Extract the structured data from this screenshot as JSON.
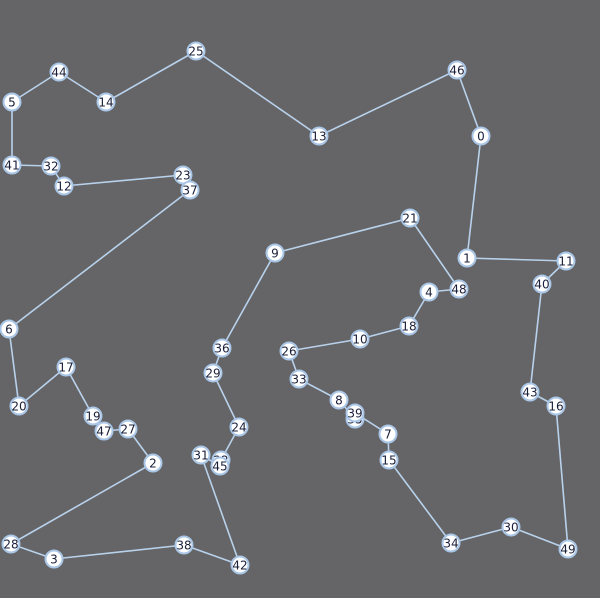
{
  "colors": {
    "background": "#656466",
    "edge": "#b9d2ec",
    "node_fill": "#ffffff",
    "node_stroke": "#a9c6e6",
    "label": "#1a1f3a"
  },
  "graph": {
    "type": "tour",
    "nodes": [
      {
        "id": "0"
      },
      {
        "id": "1"
      },
      {
        "id": "2"
      },
      {
        "id": "3"
      },
      {
        "id": "4"
      },
      {
        "id": "5"
      },
      {
        "id": "6"
      },
      {
        "id": "7"
      },
      {
        "id": "8"
      },
      {
        "id": "9"
      },
      {
        "id": "10"
      },
      {
        "id": "11"
      },
      {
        "id": "12"
      },
      {
        "id": "13"
      },
      {
        "id": "14"
      },
      {
        "id": "15"
      },
      {
        "id": "16"
      },
      {
        "id": "17"
      },
      {
        "id": "18"
      },
      {
        "id": "19"
      },
      {
        "id": "20"
      },
      {
        "id": "21"
      },
      {
        "id": "22"
      },
      {
        "id": "23"
      },
      {
        "id": "24"
      },
      {
        "id": "25"
      },
      {
        "id": "26"
      },
      {
        "id": "27"
      },
      {
        "id": "28"
      },
      {
        "id": "29"
      },
      {
        "id": "30"
      },
      {
        "id": "31"
      },
      {
        "id": "32"
      },
      {
        "id": "33"
      },
      {
        "id": "34"
      },
      {
        "id": "35"
      },
      {
        "id": "36"
      },
      {
        "id": "37"
      },
      {
        "id": "38"
      },
      {
        "id": "39"
      },
      {
        "id": "40"
      },
      {
        "id": "41"
      },
      {
        "id": "42"
      },
      {
        "id": "43"
      },
      {
        "id": "44"
      },
      {
        "id": "45"
      },
      {
        "id": "46"
      },
      {
        "id": "47"
      },
      {
        "id": "48"
      },
      {
        "id": "49"
      }
    ],
    "edges": [
      [
        "0",
        "1"
      ],
      [
        "1",
        "11"
      ],
      [
        "11",
        "40"
      ],
      [
        "40",
        "43"
      ],
      [
        "43",
        "16"
      ],
      [
        "16",
        "49"
      ],
      [
        "49",
        "30"
      ],
      [
        "30",
        "34"
      ],
      [
        "34",
        "15"
      ],
      [
        "15",
        "7"
      ],
      [
        "7",
        "39"
      ],
      [
        "39",
        "35"
      ],
      [
        "35",
        "8"
      ],
      [
        "8",
        "33"
      ],
      [
        "33",
        "26"
      ],
      [
        "26",
        "10"
      ],
      [
        "10",
        "18"
      ],
      [
        "18",
        "4"
      ],
      [
        "4",
        "48"
      ],
      [
        "48",
        "21"
      ],
      [
        "21",
        "9"
      ],
      [
        "9",
        "36"
      ],
      [
        "36",
        "29"
      ],
      [
        "29",
        "24"
      ],
      [
        "24",
        "22"
      ],
      [
        "22",
        "45"
      ],
      [
        "45",
        "31"
      ],
      [
        "31",
        "42"
      ],
      [
        "42",
        "38"
      ],
      [
        "38",
        "3"
      ],
      [
        "3",
        "28"
      ],
      [
        "28",
        "2"
      ],
      [
        "2",
        "27"
      ],
      [
        "27",
        "47"
      ],
      [
        "47",
        "19"
      ],
      [
        "19",
        "17"
      ],
      [
        "17",
        "20"
      ],
      [
        "20",
        "6"
      ],
      [
        "6",
        "37"
      ],
      [
        "37",
        "23"
      ],
      [
        "23",
        "12"
      ],
      [
        "12",
        "32"
      ],
      [
        "32",
        "41"
      ],
      [
        "41",
        "5"
      ],
      [
        "5",
        "44"
      ],
      [
        "44",
        "14"
      ],
      [
        "14",
        "25"
      ],
      [
        "25",
        "13"
      ],
      [
        "13",
        "46"
      ],
      [
        "46",
        "0"
      ]
    ]
  }
}
